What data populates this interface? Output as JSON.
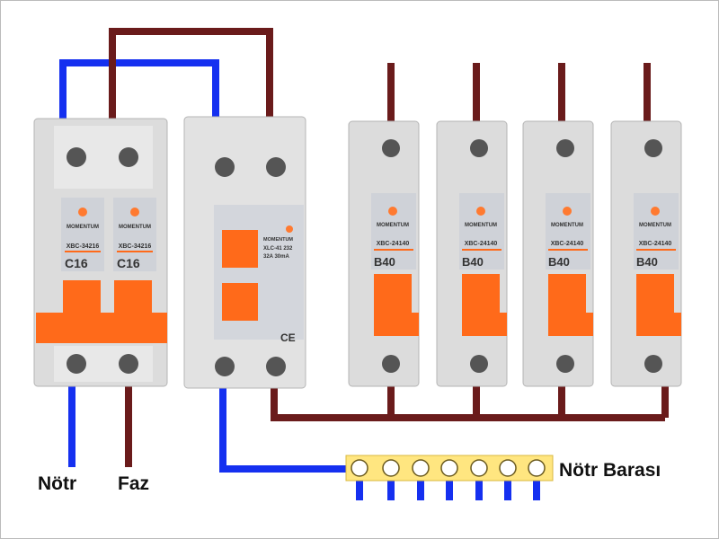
{
  "labels": {
    "neutral": "Nötr",
    "phase": "Faz",
    "neutral_bar": "Nötr Barası"
  },
  "main_breaker": {
    "brand": "MOMENTUM",
    "model": "XBC-34216",
    "rating": "C16"
  },
  "rcd": {
    "brand": "MOMENTUM",
    "model": "XLC-41 232",
    "spec": "32A 30mA",
    "mark": "CE"
  },
  "branch_breakers": [
    {
      "brand": "MOMENTUM",
      "model": "XBC-24140",
      "rating": "B40"
    },
    {
      "brand": "MOMENTUM",
      "model": "XBC-24140",
      "rating": "B40"
    },
    {
      "brand": "MOMENTUM",
      "model": "XBC-24140",
      "rating": "B40"
    },
    {
      "brand": "MOMENTUM",
      "model": "XBC-24140",
      "rating": "B40"
    }
  ],
  "colors": {
    "neutral_wire": "#1530f0",
    "phase_wire": "#6a1b1b",
    "toggle": "#ff6a1a",
    "bar": "#ffe680"
  }
}
